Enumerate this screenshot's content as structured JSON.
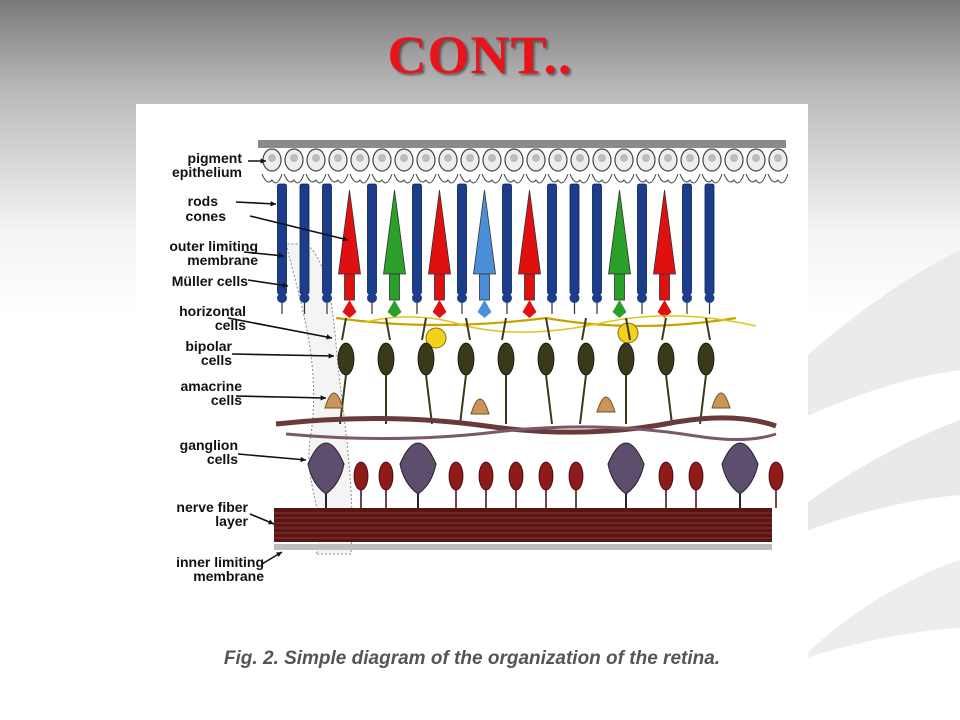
{
  "slide": {
    "title": "CONT.."
  },
  "figure": {
    "caption": "Fig. 2. Simple diagram of the organization of the retina.",
    "labels": {
      "pigment_epithelium": [
        "pigment",
        "epithelium"
      ],
      "rods": "rods",
      "cones": "cones",
      "outer_limiting_membrane": [
        "outer limiting",
        "membrane"
      ],
      "muller_cells": "Müller cells",
      "horizontal_cells": [
        "horizontal",
        "cells"
      ],
      "bipolar_cells": [
        "bipolar",
        "cells"
      ],
      "amacrine_cells": [
        "amacrine",
        "cells"
      ],
      "ganglion_cells": [
        "ganglion",
        "cells"
      ],
      "nerve_fiber_layer": [
        "nerve fiber",
        "layer"
      ],
      "inner_limiting_membrane": [
        "inner limiting",
        "membrane"
      ]
    },
    "colors": {
      "title": "#e8141b",
      "rod": "#1c3d8c",
      "cone_red": "#e01010",
      "cone_green": "#2aa02a",
      "cone_blue": "#4a8fd8",
      "bipolar": "#3a3a1a",
      "horizontal": "#f2d21b",
      "amacrine": "#c9955a",
      "ganglion": "#5e4e6e",
      "nerve_fiber": "#5a1414"
    }
  }
}
